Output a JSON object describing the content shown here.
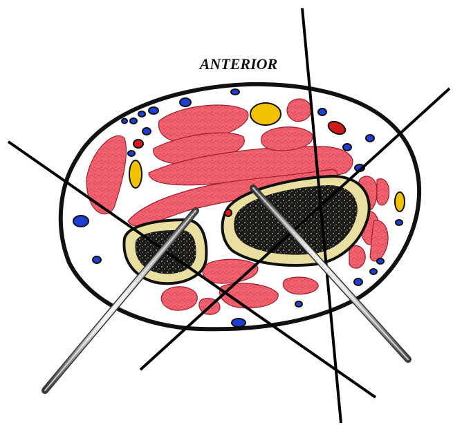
{
  "diagram": {
    "orientation_label": "ANTERIOR"
  },
  "colors": {
    "skin_outline": "#111111",
    "muscle": "#f0606e",
    "muscle_texture": "#d53c4f",
    "bone_cortex": "#e8dfa0",
    "bone_marrow": "#1a1a1a",
    "vein": "#1d3fd6",
    "artery": "#d11a1a",
    "nerve": "#f2c200",
    "pin_light": "#f0f0f0",
    "pin_dark": "#555555",
    "line": "#000000"
  },
  "structures": {
    "bones": [
      "radius",
      "ulna"
    ],
    "fixation_pins": 2,
    "reference_lines": 3
  }
}
